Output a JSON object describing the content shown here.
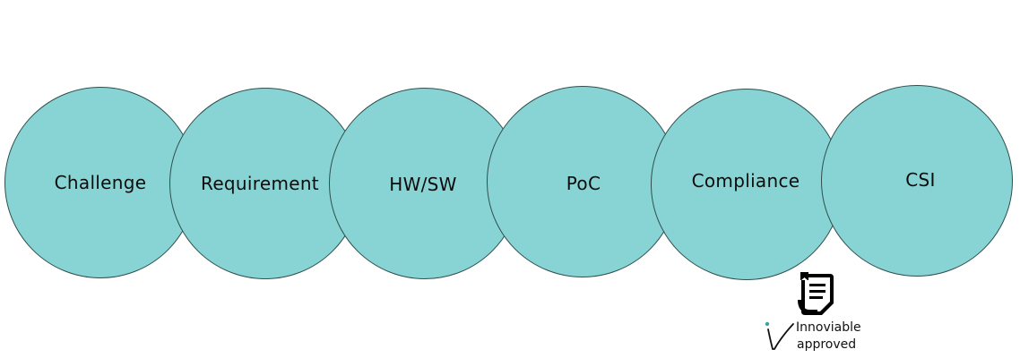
{
  "diagram": {
    "steps": [
      "Challenge",
      "Requirement",
      "HW/SW",
      "PoC",
      "Compliance",
      "CSI"
    ]
  },
  "badge": {
    "icon": "document-icon",
    "logo": "innoviable-logo",
    "line1": "Innoviable",
    "line2": "approved"
  },
  "colors": {
    "circle_fill": "#88d3d3",
    "circle_stroke": "#2f4f4f",
    "text": "#0d0d0d",
    "logo_accent": "#3aa3a3"
  }
}
